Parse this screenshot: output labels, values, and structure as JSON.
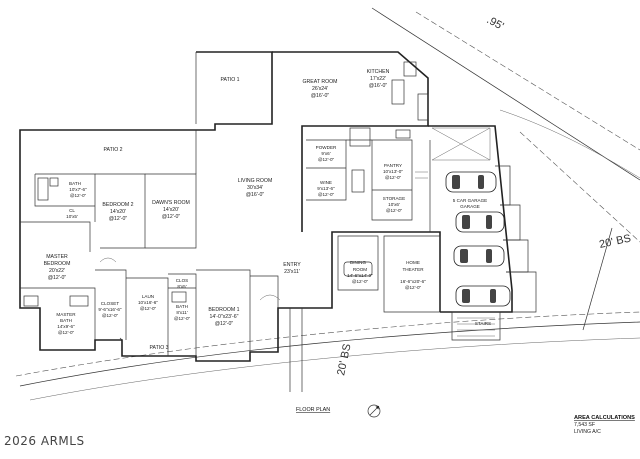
{
  "rooms": {
    "patio1": {
      "name": "PATIO 1"
    },
    "great_room": {
      "name": "GREAT ROOM",
      "size": "26'x24'",
      "ceiling": "@16'-0\""
    },
    "kitchen": {
      "name": "KITCHEN",
      "size": "17'x22'",
      "ceiling": "@16'-0\""
    },
    "patio2": {
      "name": "PATIO 2"
    },
    "powder": {
      "name": "POWDER",
      "size": "9'x6'",
      "ceiling": "@12'-0\""
    },
    "pantry": {
      "name": "PANTRY",
      "size": "10'x13'-0\"",
      "ceiling": "@12'-0\""
    },
    "wine": {
      "name": "WINE",
      "size": "9'x13'-6\"",
      "ceiling": "@12'-0\""
    },
    "storage": {
      "name": "STORAGE",
      "size": "10'x6'",
      "ceiling": "@12'-0\""
    },
    "living_room": {
      "name": "LIVING ROOM",
      "size": "30'x34'",
      "ceiling": "@16'-0\""
    },
    "bath": {
      "name": "BATH",
      "size": "10'x7'-6\"",
      "ceiling": "@12'-0\""
    },
    "cl": {
      "name": "CL",
      "size": "10'x5'"
    },
    "bedroom2": {
      "name": "BEDROOM 2",
      "size": "14'x20'",
      "ceiling": "@12'-0\""
    },
    "dawns_room": {
      "name": "DAWN'S ROOM",
      "size": "14'x20'",
      "ceiling": "@12'-0\""
    },
    "garage": {
      "name": "5 CAR GARAGE"
    },
    "master_bedroom": {
      "name": "MASTER BEDROOM",
      "size": "20'x22'",
      "ceiling": "@12'-0\""
    },
    "dining_room": {
      "name": "DINING ROOM",
      "size": "14'-6\"x14'-0\"",
      "ceiling": "@12'-0\""
    },
    "home_theater": {
      "name": "HOME THEATER",
      "size": "16'-6\"x20'-6\"",
      "ceiling": "@12'-0\""
    },
    "entry": {
      "name": "ENTRY",
      "size": "23'x11'"
    },
    "clos": {
      "name": "CLOS",
      "size": "8'x5'"
    },
    "closet": {
      "name": "CLOSET",
      "size": "9'-6\"x16'-6\"",
      "ceiling": "@12'-0\""
    },
    "laun": {
      "name": "LAUN",
      "size": "10'x16'-6\"",
      "ceiling": "@12'-0\""
    },
    "bath2": {
      "name": "BATH",
      "size": "8'x11'",
      "ceiling": "@12'-0\""
    },
    "bedroom1": {
      "name": "BEDROOM 1",
      "size": "14'-0\"x23'-6\"",
      "ceiling": "@12'-0\""
    },
    "master_bath": {
      "name": "MASTER BATH",
      "size": "14'x9'-6\"",
      "ceiling": "@12'-0\""
    },
    "stairs": {
      "name": "STAIRS"
    },
    "patio3": {
      "name": "PATIO 3"
    }
  },
  "setbacks": {
    "top": ".95'",
    "right": "20' BS",
    "bottom": "20' BS"
  },
  "floor_plan_label": "FLOOR PLAN",
  "area": {
    "title": "AREA CALCULATIONS",
    "total": "7,543 SF",
    "type": "LIVING A/C"
  },
  "watermark": "2026 ARMLS"
}
